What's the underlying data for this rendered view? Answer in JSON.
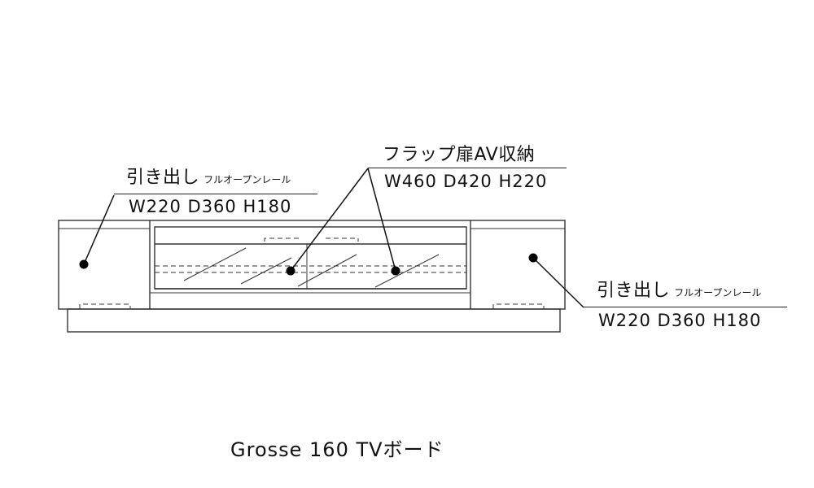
{
  "labels": {
    "left": {
      "title": "引き出し",
      "note": "フルオープンレール",
      "dims": "W220 D360 H180"
    },
    "center": {
      "title": "フラップ扉AV収納",
      "dims": "W460 D420 H220"
    },
    "right": {
      "title": "引き出し",
      "note": "フルオープンレール",
      "dims": "W220 D360 H180"
    }
  },
  "caption": "Grosse 160 TVボード"
}
